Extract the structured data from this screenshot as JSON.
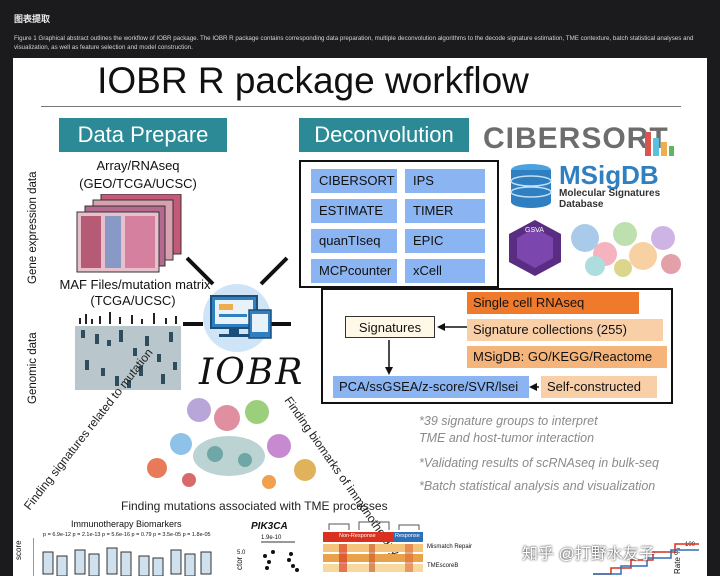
{
  "header": {
    "title": "图表提取"
  },
  "caption": "Figure 1 Graphical abstract outlines the workflow of IOBR package. The IOBR R package contains corresponding data preparation, multiple deconvolution algorithms to the decode signature estimation, TME contexture, batch statistical analyses and visualization, as well as feature selection and model construction.",
  "figure": {
    "title": "IOBR R package workflow",
    "data_prepare": {
      "heading": "Data Prepare",
      "expression_label": "Gene expression data",
      "genomic_label": "Genomic data",
      "array_line1": "Array/RNAseq",
      "array_line2": "(GEO/TCGA/UCSC)",
      "maf_line1": "MAF Files/mutation matrix",
      "maf_line2": "(TCGA/UCSC)"
    },
    "deconvolution": {
      "heading": "Deconvolution",
      "methods": [
        "CIBERSORT",
        "IPS",
        "ESTIMATE",
        "TIMER",
        "quanTIseq",
        "EPIC",
        "MCPcounter",
        "xCell"
      ]
    },
    "logos": {
      "cibersort": "CIBERSORT",
      "msigdb": "MSigDB",
      "msigdb_sub1": "Molecular Signatures",
      "msigdb_sub2": "Database",
      "gsva": "GSVA"
    },
    "signatures": {
      "center": "Signatures",
      "sources": [
        "Single cell RNAseq",
        "Signature collections (255)",
        "MSigDB: GO/KEGG/Reactome"
      ],
      "methods": "PCA/ssGSEA/z-score/SVR/lsei",
      "self": "Self-constructed",
      "colors": {
        "single_cell": "#f07a2c",
        "collections": "#f9cfa8",
        "msigdb": "#f5b47a",
        "self": "#f9cfa8"
      }
    },
    "notes": [
      "*39 signature groups to interpret",
      "TME and host-tumor interaction",
      "*Validating results of scRNAseq in bulk-seq",
      "*Batch statistical analysis and visualization"
    ],
    "iobr_label": "IOBR",
    "arcs": {
      "left": "Finding signatures related to mutation",
      "right": "Finding biomarks of immunotherapy",
      "bottom": "Finding mutations associated with TME processes"
    },
    "bottom_panels": {
      "immuno_title": "Immunotherapy Biomarkers",
      "pvals": "p = 6.9e-12   p = 2.1e-13   p = 5.6e-16   p = 0.79   p = 3.5e-05   p = 1.8e-05",
      "score_label": "score",
      "pik3ca_title": "PIK3CA",
      "pik3ca_p": "1.9e-10",
      "pik3ca_axis": "ctor",
      "pik3ca_tick": "5.0",
      "non_response": "Non-Response",
      "response": "Response",
      "mismatch": "Mismatch Repair",
      "tmescore": "TMEscoreB",
      "rate_label": "Rate %",
      "rate_tick": "100"
    }
  },
  "watermark": "知乎 @打野水友子"
}
